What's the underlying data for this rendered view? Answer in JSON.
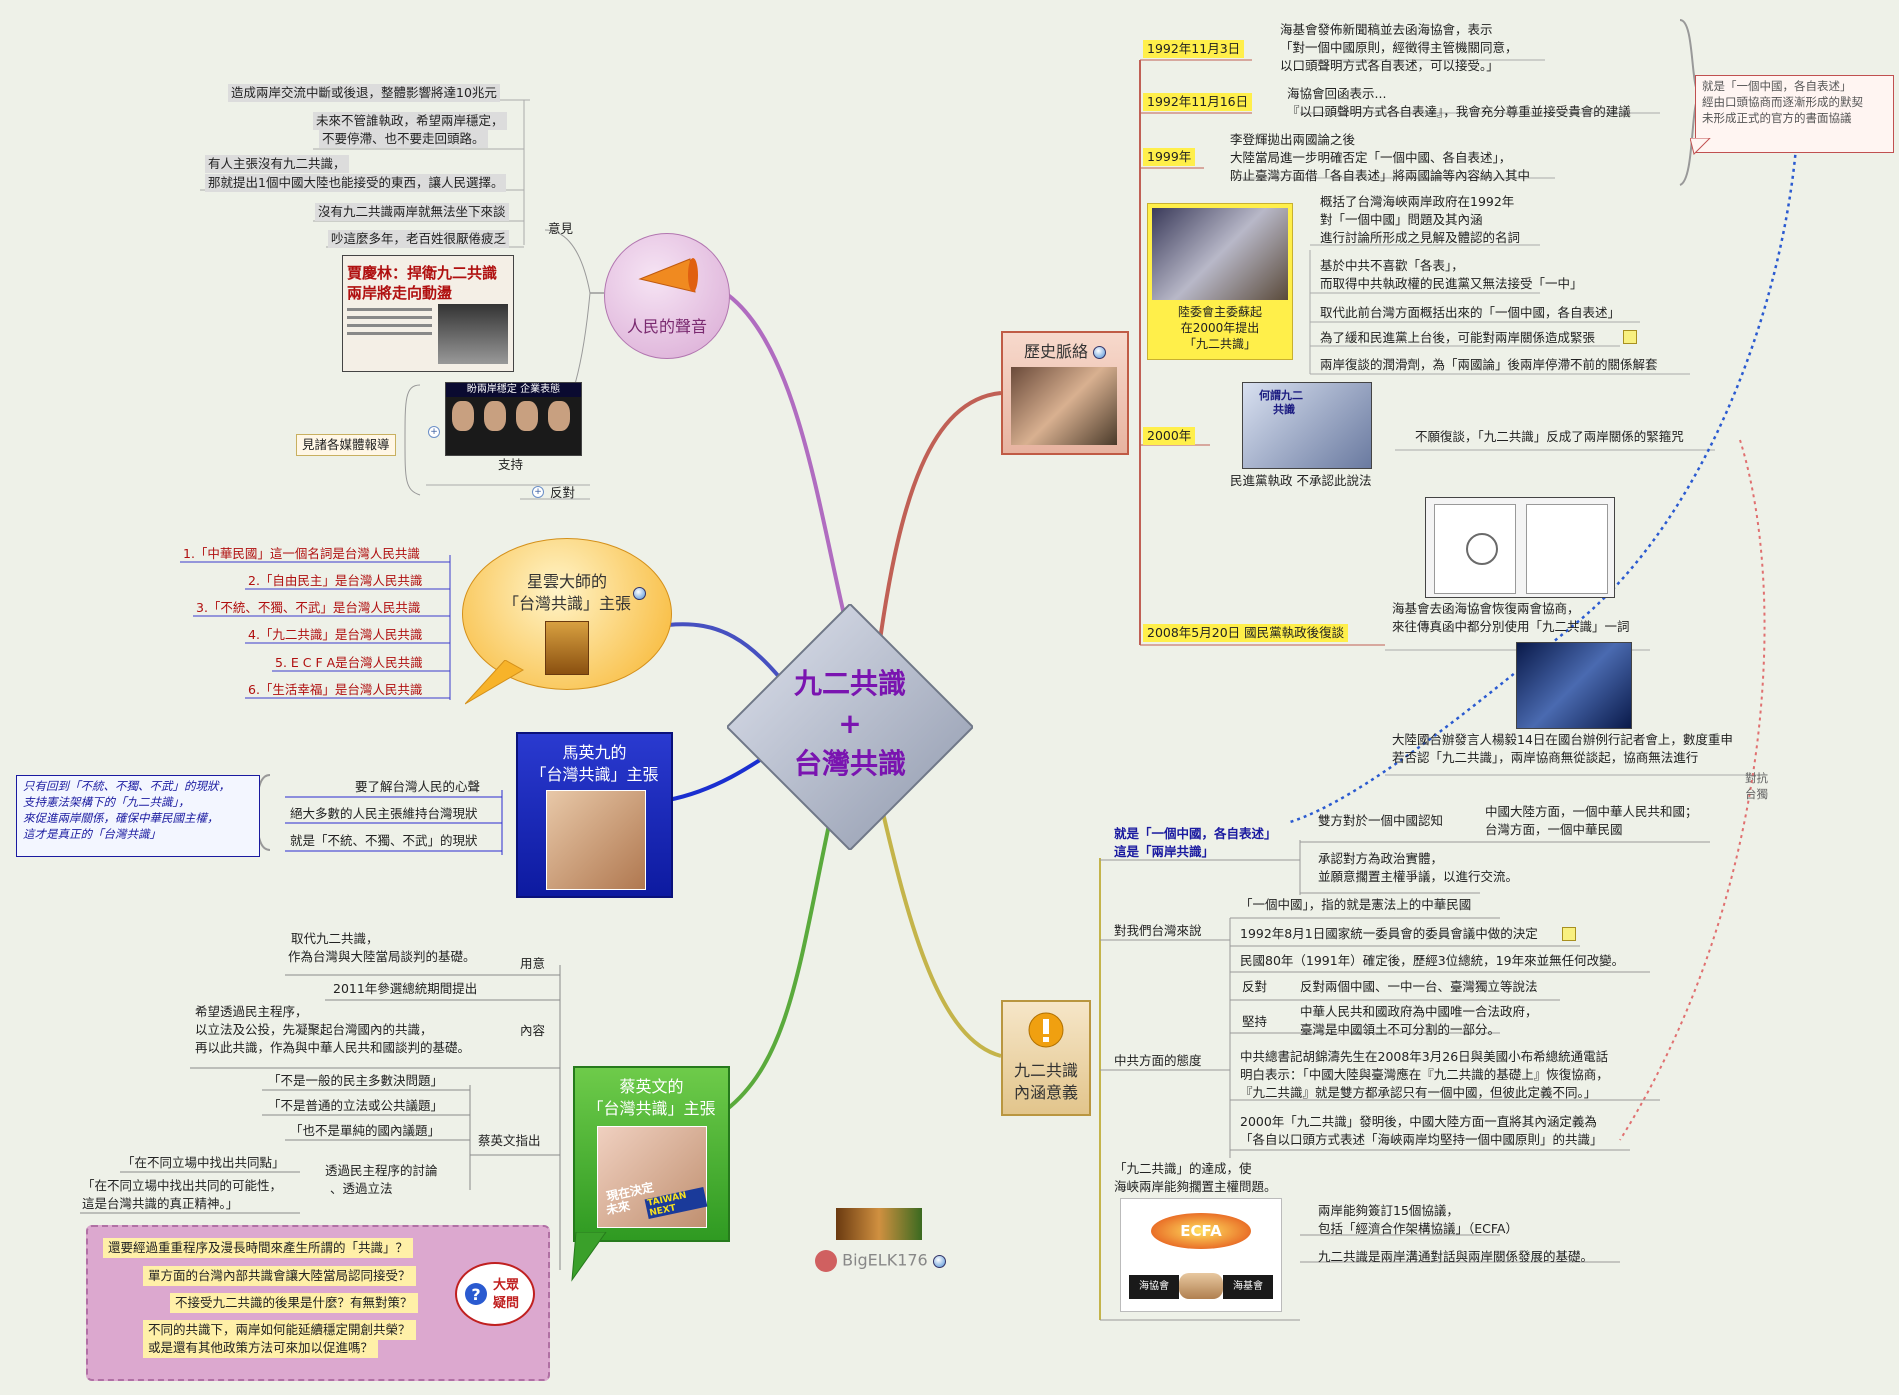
{
  "central": {
    "line1": "九二共識",
    "line2": "+",
    "line3": "台灣共識"
  },
  "voice": {
    "title": "人民的聲音",
    "items": [
      "造成兩岸交流中斷或後退，整體影響將達10兆元",
      "未來不管誰執政，希望兩岸穩定，",
      "不要停滯、也不要走回頭路。",
      "有人主張沒有九二共識，",
      "那就提出1個中國大陸也能接受的東西，讓人民選擇。",
      "沒有九二共識兩岸就無法坐下來談",
      "吵這麼多年，老百姓很厭倦疲乏"
    ],
    "opinion_label": "意見",
    "newspaper_headline1": "賈慶林：捍衛九二共識",
    "newspaper_headline2": "兩岸將走向動盪",
    "support_photo_caption": "盼兩岸穩定 企業表態",
    "support_label": "支持",
    "oppose_label": "反對",
    "media_label": "見諸各媒體報導"
  },
  "xingyun": {
    "title_line1": "星雲大師的",
    "title_line2": "「台灣共識」主張",
    "items": [
      "1.「中華民國」這一個名詞是台灣人民共識",
      "2.「自由民主」是台灣人民共識",
      "3.「不統、不獨、不武」是台灣人民共識",
      "4.「九二共識」是台灣人民共識",
      "5. E C F A是台灣人民共識",
      "6.「生活幸福」是台灣人民共識"
    ]
  },
  "ma": {
    "title_line1": "馬英九的",
    "title_line2": "「台灣共識」主張",
    "items": [
      "要了解台灣人民的心聲",
      "絕大多數的人民主張維持台灣現狀",
      "就是「不統、不獨、不武」的現狀"
    ],
    "note": [
      "只有回到「不統、不獨、不武」的現狀，",
      "支持憲法架構下的「九二共識」，",
      "來促進兩岸關係，確保中華民國主權，",
      "這才是真正的「台灣共識」"
    ]
  },
  "tsai": {
    "title_line1": "蔡英文的",
    "title_line2": "「台灣共識」主張",
    "purpose_label": "用意",
    "purpose_lines": [
      "取代九二共識，",
      "作為台灣與大陸當局談判的基礎。",
      "2011年參選總統期間提出"
    ],
    "content_label": "內容",
    "content_lines": [
      "希望透過民主程序，",
      "以立法及公投，先凝聚起台灣國內的共識，",
      "再以此共識，作為與中華人民共和國談判的基礎。"
    ],
    "point_label": "蔡英文指出",
    "point_lines": [
      "「不是一般的民主多數決問題」",
      "「不是普通的立法或公共議題」",
      "「也不是單純的國內議題」"
    ],
    "process_label_line1": "透過民主程序的討論",
    "process_label_line2": "、透過立法",
    "process_lines": [
      "「在不同立場中找出共同點」",
      "「在不同立場中找出共同的可能性，",
      "這是台灣共識的真正精神。」"
    ],
    "photo_text1": "現在決定",
    "photo_text2": "未來",
    "photo_text3": "TAIWAN NEXT"
  },
  "questions": {
    "label_line1": "大眾",
    "label_line2": "疑問",
    "items": [
      "還要經過重重程序及漫長時間來產生所謂的「共識」？",
      "單方面的台灣內部共識會讓大陸當局認同接受？",
      "不接受九二共識的後果是什麼？有無對策？",
      "不同的共識下，兩岸如何能延續穩定開創共榮？",
      "或是還有其他政策方法可來加以促進嗎？"
    ]
  },
  "history": {
    "title": "歷史脈絡",
    "dates": [
      "1992年11月3日",
      "1992年11月16日",
      "1999年",
      "2000年",
      "2008年5月20日 國民黨執政後復談"
    ],
    "d1_lines": [
      "海基會發佈新聞稿並去函海協會，表示",
      "「對一個中國原則，經徵得主管機關同意，",
      "以口頭聲明方式各自表述，可以接受。」"
    ],
    "d2_lines": [
      "海協會回函表示...",
      "『以口頭聲明方式各自表達』，我會充分尊重並接受貴會的建議"
    ],
    "d3_lines": [
      "李登輝拋出兩國論之後",
      "大陸當局進一步明確否定「一個中國、各自表述」，",
      "防止臺灣方面借「各自表述」將兩國論等內容納入其中"
    ],
    "su_caption": [
      "陸委會主委蘇起",
      "在2000年提出",
      "「九二共識」"
    ],
    "su_lines": [
      "概括了台灣海峽兩岸政府在1992年",
      "對「一個中國」問題及其內涵",
      "進行討論所形成之見解及體認的名詞",
      "基於中共不喜歡「各表」，",
      "而取得中共執政權的民進黨又無法接受「一中」",
      "取代此前台灣方面概括出來的「一個中國，各自表述」",
      "為了緩和民進黨上台後，可能對兩岸關係造成緊張",
      "兩岸復談的潤滑劑，為「兩國論」後兩岸停滯不前的關係解套"
    ],
    "dpp_caption": "民進黨執政 不承認此說法",
    "dpp_effect": "不願復談，「九二共識」反成了兩岸關係的緊箍咒",
    "poster_title_line1": "何謂九二",
    "poster_title_line2": "共識",
    "resume_lines": [
      "海基會去函海協會恢復兩會協商，",
      "來往傳真函中都分別使用「九二共識」一詞"
    ],
    "tao_lines": [
      "大陸國台辦發言人楊毅14日在國台辦例行記者會上，數度重申",
      "若否認「九二共識」，兩岸協商無從談起，協商無法進行"
    ],
    "brace_note": [
      "就是「一個中國，各自表述」",
      "經由口頭協商而逐漸形成的默契",
      "未形成正式的官方的書面協議"
    ],
    "counter_label_line1": "對抗",
    "counter_label_line2": "台獨"
  },
  "core": {
    "title_line1": "九二共識",
    "title_line2": "內涵意義",
    "def_line1": "就是「一個中國，各自表述」",
    "def_line2": "這是「兩岸共識」",
    "def_items": [
      "雙方對於一個中國認知",
      "中國大陸方面，一個中華人民共和國；",
      "台灣方面，一個中華民國",
      "承認對方為政治實體，",
      "並願意擱置主權爭議，以進行交流。"
    ],
    "taiwan_label": "對我們台灣來說",
    "taiwan_items": [
      "「一個中國」，指的就是憲法上的中華民國",
      "1992年8月1日國家統一委員會的委員會議中做的決定",
      "民國80年（1991年）確定後，歷經3位總統，19年來並無任何改變。"
    ],
    "ccp_label": "中共方面的態度",
    "oppose_label": "反對",
    "oppose_text": "反對兩個中國、一中一台、臺灣獨立等說法",
    "insist_label": "堅持",
    "insist_lines": [
      "中華人民共和國政府為中國唯一合法政府，",
      "臺灣是中國領土不可分割的一部分。"
    ],
    "hu_lines": [
      "中共總書記胡錦濤先生在2008年3月26日與美國小布希總統通電話",
      "明白表示：「中國大陸與臺灣應在『九二共識的基礎上』恢復協商，",
      "『九二共識』就是雙方都承認只有一個中國，但彼此定義不同。」"
    ],
    "y2000_lines": [
      "2000年「九二共識」發明後，中國大陸方面一直將其內涵定義為",
      "「各自以口頭方式表述「海峽兩岸均堅持一個中國原則」的共識」"
    ],
    "achieve_lines": [
      "「九二共識」的達成，使",
      "海峽兩岸能夠擱置主權問題。"
    ],
    "ecfa_lines": [
      "兩岸能夠簽訂15個協議，",
      "包括「經濟合作架構協議」（ECFA）"
    ],
    "foundation": "九二共識是兩岸溝通對話與兩岸關係發展的基礎。",
    "ecfa_badge": "ECFA",
    "ecfa_left": "海協會",
    "ecfa_right": "海基會"
  },
  "author": "BigELK176"
}
